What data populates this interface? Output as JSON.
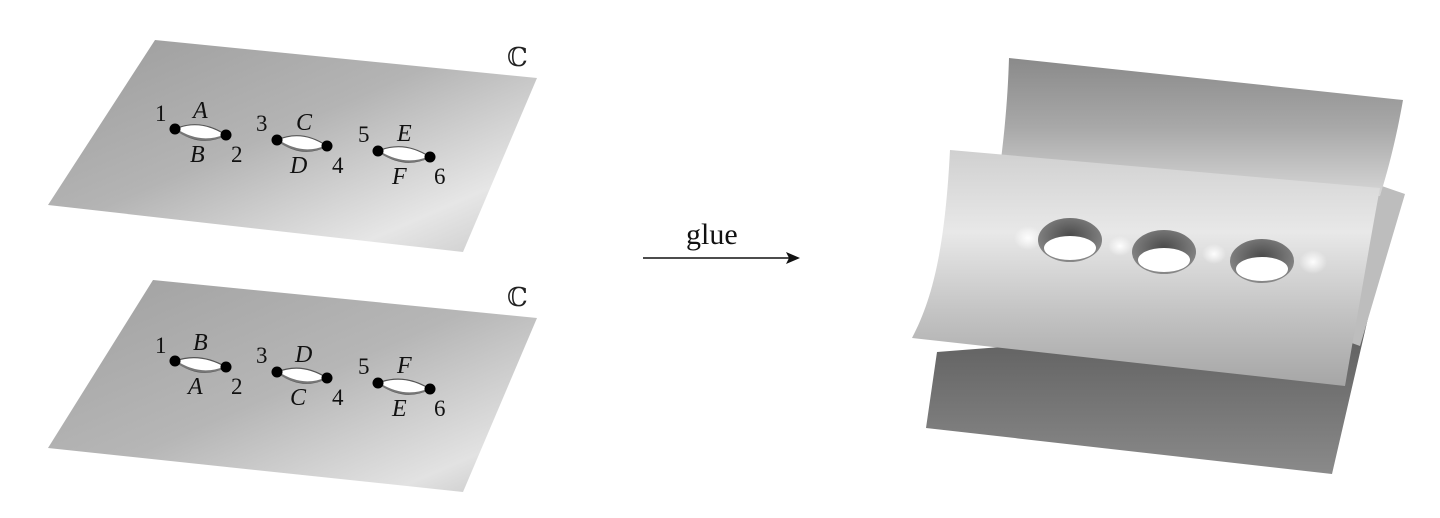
{
  "top_sheet": {
    "plane_label": "ℂ",
    "cuts": [
      {
        "start": "1",
        "end": "2",
        "upper": "A",
        "lower": "B"
      },
      {
        "start": "3",
        "end": "4",
        "upper": "C",
        "lower": "D"
      },
      {
        "start": "5",
        "end": "6",
        "upper": "E",
        "lower": "F"
      }
    ]
  },
  "bottom_sheet": {
    "plane_label": "ℂ",
    "cuts": [
      {
        "start": "1",
        "end": "2",
        "upper": "B",
        "lower": "A"
      },
      {
        "start": "3",
        "end": "4",
        "upper": "D",
        "lower": "C"
      },
      {
        "start": "5",
        "end": "6",
        "upper": "F",
        "lower": "E"
      }
    ]
  },
  "arrow": {
    "label": "glue"
  },
  "result": {
    "holes": 3
  }
}
